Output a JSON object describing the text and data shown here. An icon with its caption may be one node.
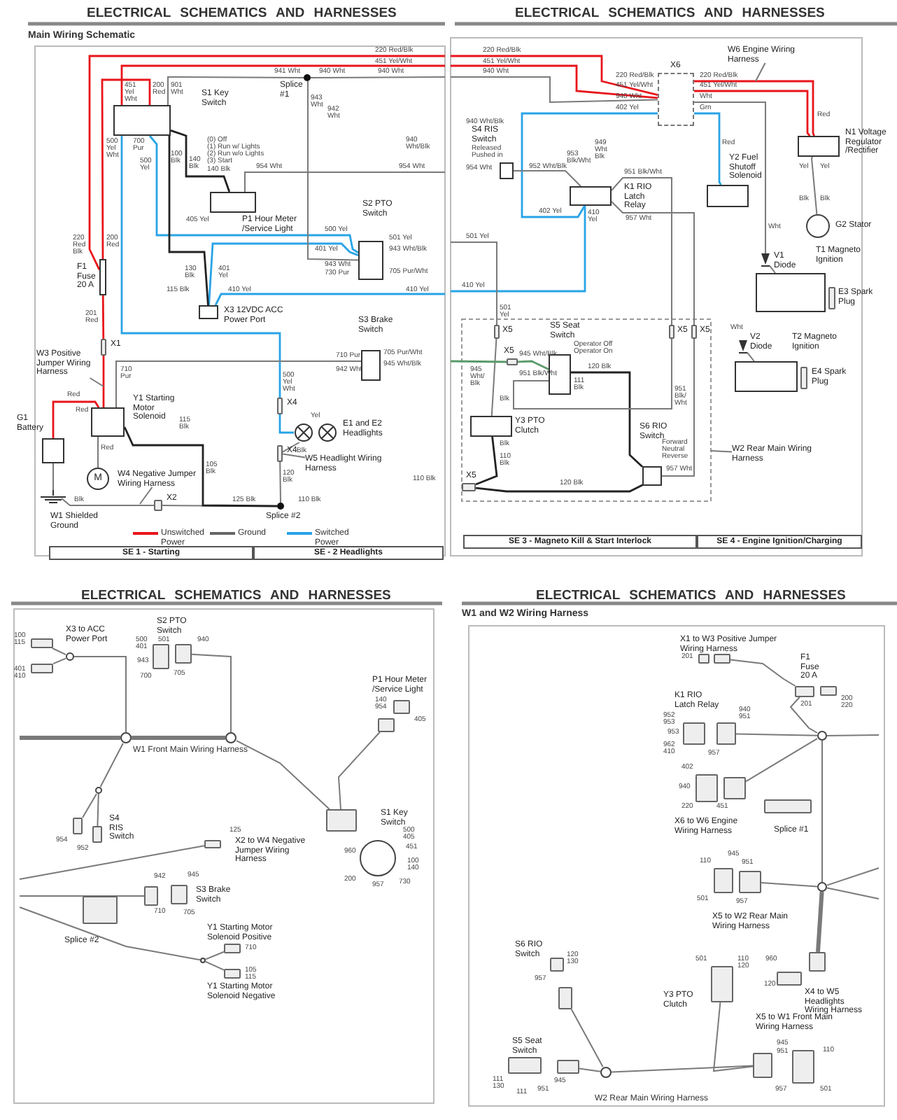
{
  "diagram": {
    "nodes": [
      {
        "text": [],
        "shape": "box",
        "beside": [
          "S1 Key Switch"
        ]
      },
      {
        "text": [],
        "shape": "box",
        "beside": [
          "P1 Hour Meter /Service Light"
        ]
      },
      {
        "text": [],
        "shape": "box",
        "beside": [
          "S2 PTO Switch"
        ]
      },
      {
        "text": [],
        "shape": "box",
        "beside": [
          "X3 12VDC ACC Power Port"
        ]
      },
      {
        "text": [],
        "shape": "box",
        "beside": [
          "S3 Brake Switch"
        ]
      },
      {
        "text": [],
        "shape": "box",
        "beside": [
          "F1 Fuse 20 A"
        ]
      },
      {
        "text": [],
        "shape": "connector",
        "beside": [
          "X1"
        ]
      },
      {
        "text": [],
        "shape": "box",
        "beside": [
          "Y1 Starting Motor Solenoid"
        ]
      },
      {
        "text": [],
        "shape": "box",
        "beside": [
          "G1 Battery"
        ]
      },
      {
        "text": [
          "M"
        ]
      },
      {
        "text": [],
        "shape": "ground",
        "beside": [
          "W1 Shielded Ground"
        ]
      },
      {
        "text": [],
        "shape": "lamp",
        "beside": [
          "E1 and E2 Headlights"
        ]
      },
      {
        "text": [],
        "shape": "connector",
        "beside": [
          "X4"
        ]
      },
      {
        "text": [],
        "shape": "connector",
        "beside": [
          "X4"
        ]
      },
      {
        "text": [],
        "shape": "connector",
        "beside": [
          "X2"
        ]
      },
      {
        "text": [],
        "shape": "dot",
        "beside": [
          "Splice #2"
        ]
      },
      {
        "text": [],
        "shape": "dot",
        "beside": [
          "Splice #1"
        ]
      },
      {
        "text": [
          "W3 Positive Jumper Wiring Harness"
        ]
      },
      {
        "text": [
          "W4 Negative Jumper Wiring Harness"
        ]
      },
      {
        "text": [
          "W5 Headlight Wiring Harness"
        ]
      },
      {
        "text": [],
        "shape": "box",
        "beside": [
          "X6"
        ]
      },
      {
        "text": [
          "W6 Engine Wiring Harness"
        ]
      },
      {
        "text": [],
        "shape": "box",
        "beside": [
          "S4 RIS Switch"
        ]
      },
      {
        "text": [],
        "shape": "box",
        "beside": [
          "K1 RIO Latch Relay"
        ]
      },
      {
        "text": [],
        "shape": "box",
        "beside": [
          "Y2 Fuel Shutoff Solenoid"
        ]
      },
      {
        "text": [],
        "shape": "box",
        "beside": [
          "N1 Voltage Regulator /Rectifier"
        ]
      },
      {
        "text": [],
        "shape": "circle",
        "beside": [
          "G2 Stator"
        ]
      },
      {
        "text": [],
        "shape": "diode",
        "beside": [
          "V1 Diode"
        ]
      },
      {
        "text": [],
        "shape": "box",
        "beside": [
          "T1 Magneto Ignition"
        ]
      },
      {
        "text": [],
        "shape": "connector",
        "beside": [
          "E3 Spark Plug"
        ]
      },
      {
        "text": [],
        "shape": "diode",
        "beside": [
          "V2 Diode"
        ]
      },
      {
        "text": [],
        "shape": "box",
        "beside": [
          "T2 Magneto Ignition"
        ]
      },
      {
        "text": [],
        "shape": "connector",
        "beside": [
          "E4 Spark Plug"
        ]
      },
      {
        "text": [],
        "shape": "box",
        "beside": [
          "S5 Seat Switch"
        ]
      },
      {
        "text": [],
        "shape": "box",
        "beside": [
          "Y3 PTO Clutch"
        ]
      },
      {
        "text": [],
        "shape": "box",
        "beside": [
          "S6 RIO Switch"
        ]
      },
      {
        "text": [
          "W2 Rear Main Wiring Harness"
        ]
      },
      {
        "text": [],
        "shape": "connector",
        "beside": [
          "X5"
        ]
      },
      {
        "text": [],
        "shape": "connector",
        "beside": [
          "X5"
        ]
      },
      {
        "text": [],
        "shape": "connector",
        "beside": [
          "X5"
        ]
      },
      {
        "text": [],
        "shape": "connector",
        "beside": [
          "X5"
        ]
      },
      {
        "text": [],
        "shape": "connector",
        "beside": [
          "X5"
        ]
      },
      {
        "text": [],
        "shape": "connector",
        "beside": [
          "X3 to ACC Power Port"
        ]
      },
      {
        "text": [],
        "shape": "connector"
      },
      {
        "text": [],
        "shape": "circle"
      },
      {
        "text": [],
        "shape": "connector",
        "beside": [
          "S2 PTO Switch"
        ]
      },
      {
        "text": [],
        "shape": "connector"
      },
      {
        "text": [],
        "shape": "connector",
        "beside": [
          "P1 Hour Meter /Service Light"
        ]
      },
      {
        "text": [],
        "shape": "connector"
      },
      {
        "text": [],
        "shape": "circle"
      },
      {
        "text": [],
        "shape": "circle"
      },
      {
        "text": [],
        "shape": "connector"
      },
      {
        "text": [],
        "shape": "connector",
        "beside": [
          "S4 RIS Switch"
        ]
      },
      {
        "text": [],
        "shape": "circle"
      },
      {
        "text": [],
        "shape": "connector"
      },
      {
        "text": [],
        "shape": "circle",
        "beside": [
          "S1 Key Switch"
        ]
      },
      {
        "text": [],
        "shape": "connector",
        "beside": [
          "X2 to W4 Negative Jumper Wiring Harness"
        ]
      },
      {
        "text": [],
        "shape": "connector"
      },
      {
        "text": [],
        "shape": "connector",
        "beside": [
          "S3 Brake Switch"
        ]
      },
      {
        "text": [],
        "shape": "connector",
        "beside": [
          "Splice #2"
        ]
      },
      {
        "text": [],
        "shape": "circle"
      },
      {
        "text": [],
        "shape": "connector",
        "beside": [
          "Y1 Starting Motor Solenoid Positive"
        ]
      },
      {
        "text": [],
        "shape": "connector",
        "beside": [
          "Y1 Starting Motor Solenoid Negative"
        ]
      },
      {
        "text": [],
        "shape": "connector",
        "beside": [
          "X1 to W3 Positive Jumper Wiring Harness"
        ]
      },
      {
        "text": [],
        "shape": "connector"
      },
      {
        "text": [],
        "shape": "connector",
        "beside": [
          "F1 Fuse 20 A"
        ]
      },
      {
        "text": [],
        "shape": "connector"
      },
      {
        "text": [],
        "shape": "connector",
        "beside": [
          "K1 RIO Latch Relay"
        ]
      },
      {
        "text": [],
        "shape": "connector"
      },
      {
        "text": [],
        "shape": "circle"
      },
      {
        "text": [],
        "shape": "connector",
        "beside": [
          "X6 to W6 Engine Wiring Harness"
        ]
      },
      {
        "text": [],
        "shape": "connector"
      },
      {
        "text": [],
        "shape": "connector",
        "beside": [
          "Splice #1"
        ]
      },
      {
        "text": [],
        "shape": "connector",
        "beside": [
          "X5 to W2 Rear Main Wiring Harness"
        ]
      },
      {
        "text": [],
        "shape": "connector"
      },
      {
        "text": [],
        "shape": "circle"
      },
      {
        "text": [],
        "shape": "connector"
      },
      {
        "text": [],
        "shape": "connector",
        "beside": [
          "X4 to W5 Headlights Wiring Harness"
        ]
      },
      {
        "text": [],
        "shape": "connector",
        "beside": [
          "S6 RIO Switch"
        ]
      },
      {
        "text": [],
        "shape": "connector"
      },
      {
        "text": [],
        "shape": "connector",
        "beside": [
          "Y3 PTO Clutch"
        ]
      },
      {
        "text": [],
        "shape": "circle"
      },
      {
        "text": [],
        "shape": "connector",
        "beside": [
          "S5 Seat Switch"
        ]
      },
      {
        "text": [],
        "shape": "connector"
      },
      {
        "text": [],
        "shape": "connector",
        "beside": [
          "X5 to W1 Front Main Wiring Harness"
        ]
      },
      {
        "text": [],
        "shape": "connector"
      }
    ],
    "edges": [
      {
        "from": 0,
        "to": 5,
        "arrow": "none",
        "color": "#e8151b"
      },
      {
        "from": 5,
        "to": null,
        "arrow": "none",
        "color": "#e8151b"
      },
      {
        "from": 0,
        "to": null,
        "arrow": "none",
        "color": "#e8151b"
      },
      {
        "from": 5,
        "to": 6,
        "arrow": "none",
        "color": "#e8151b"
      },
      {
        "from": 6,
        "to": 7,
        "arrow": "none",
        "color": "#e8151b"
      },
      {
        "from": 8,
        "to": 7,
        "arrow": "none",
        "color": "#e8151b"
      },
      {
        "from": 7,
        "to": 9,
        "arrow": "none"
      },
      {
        "from": 8,
        "to": 10,
        "arrow": "none"
      },
      {
        "from": 10,
        "to": 14,
        "arrow": "none"
      },
      {
        "from": 14,
        "to": 15,
        "arrow": "none"
      },
      {
        "from": 7,
        "to": 15,
        "arrow": "none",
        "color": "#222222"
      },
      {
        "from": 13,
        "to": 15,
        "arrow": "none"
      },
      {
        "from": 12,
        "to": 11,
        "arrow": "none",
        "color": "#29a3e6"
      },
      {
        "from": 11,
        "to": 13,
        "arrow": "none"
      },
      {
        "from": 0,
        "to": 12,
        "arrow": "none",
        "color": "#29a3e6"
      },
      {
        "from": 0,
        "to": 2,
        "arrow": "none",
        "color": "#29a3e6"
      },
      {
        "from": 0,
        "to": 1,
        "arrow": "none",
        "color": "#222222"
      },
      {
        "from": 2,
        "to": 3,
        "arrow": "none",
        "color": "#29a3e6"
      },
      {
        "from": 3,
        "to": null,
        "arrow": "none",
        "color": "#29a3e6"
      },
      {
        "from": 16,
        "to": 2,
        "arrow": "none"
      },
      {
        "from": 0,
        "to": 16,
        "arrow": "none"
      },
      {
        "from": 16,
        "to": null,
        "arrow": "none"
      },
      {
        "from": 7,
        "to": 4,
        "arrow": "none"
      },
      {
        "from": 1,
        "to": null,
        "arrow": "none"
      },
      {
        "from": 17,
        "to": null,
        "arrow": "none"
      },
      {
        "from": 18,
        "to": null,
        "arrow": "none"
      },
      {
        "from": 19,
        "to": 13,
        "arrow": "none"
      },
      {
        "from": 0,
        "to": 3,
        "arrow": "none",
        "color": "#222222"
      },
      {
        "from": null,
        "to": 20,
        "arrow": "none",
        "color": "#e8151b"
      },
      {
        "from": null,
        "to": 20,
        "arrow": "none",
        "color": "#e8151b"
      },
      {
        "from": null,
        "to": 20,
        "arrow": "none"
      },
      {
        "from": 20,
        "to": 25,
        "arrow": "none",
        "color": "#e8151b"
      },
      {
        "from": 20,
        "to": 25,
        "arrow": "none",
        "color": "#e8151b"
      },
      {
        "from": 20,
        "to": 27,
        "arrow": "none"
      },
      {
        "from": 20,
        "to": 24,
        "arrow": "none",
        "color": "#29a3e6"
      },
      {
        "from": 20,
        "to": 23,
        "arrow": "none",
        "color": "#29a3e6"
      },
      {
        "from": 23,
        "to": null,
        "arrow": "none",
        "color": "#29a3e6"
      },
      {
        "from": 22,
        "to": 23,
        "arrow": "none"
      },
      {
        "from": 23,
        "to": 39,
        "arrow": "none"
      },
      {
        "from": 23,
        "to": 40,
        "arrow": "none"
      },
      {
        "from": 25,
        "to": 26,
        "arrow": "none"
      },
      {
        "from": 27,
        "to": 28,
        "arrow": "none"
      },
      {
        "from": 30,
        "to": 31,
        "arrow": "none"
      },
      {
        "from": null,
        "to": 37,
        "arrow": "none"
      },
      {
        "from": 37,
        "to": 34,
        "arrow": "none"
      },
      {
        "from": 38,
        "to": 33,
        "arrow": "none",
        "color": "#5a9a6a"
      },
      {
        "from": null,
        "to": 38,
        "arrow": "none",
        "color": "#5a9a6a"
      },
      {
        "from": 33,
        "to": 35,
        "arrow": "none",
        "color": "#222222"
      },
      {
        "from": 34,
        "to": 41,
        "arrow": "none",
        "color": "#222222"
      },
      {
        "from": 35,
        "to": 41,
        "arrow": "none",
        "color": "#222222"
      },
      {
        "from": 35,
        "to": 40,
        "arrow": "none"
      },
      {
        "from": 33,
        "to": 39,
        "arrow": "none"
      },
      {
        "from": 21,
        "to": null,
        "arrow": "none"
      },
      {
        "from": 36,
        "to": null,
        "arrow": "none"
      },
      {
        "from": null,
        "to": 49,
        "arrow": "none",
        "style": "thick"
      },
      {
        "from": 49,
        "to": 50,
        "arrow": "none",
        "style": "thick"
      },
      {
        "from": 42,
        "to": 44,
        "arrow": "none"
      },
      {
        "from": 43,
        "to": 44,
        "arrow": "none"
      },
      {
        "from": 44,
        "to": 49,
        "arrow": "none"
      },
      {
        "from": 46,
        "to": 50,
        "arrow": "none"
      },
      {
        "from": 50,
        "to": 54,
        "arrow": "none"
      },
      {
        "from": 48,
        "to": 54,
        "arrow": "none"
      },
      {
        "from": 49,
        "to": 53,
        "arrow": "none"
      },
      {
        "from": 53,
        "to": 51,
        "arrow": "none"
      },
      {
        "from": 53,
        "to": 52,
        "arrow": "none"
      },
      {
        "from": null,
        "to": 56,
        "arrow": "none"
      },
      {
        "from": null,
        "to": 57,
        "arrow": "none"
      },
      {
        "from": null,
        "to": 60,
        "arrow": "none"
      },
      {
        "from": 60,
        "to": 61,
        "arrow": "none"
      },
      {
        "from": 60,
        "to": 62,
        "arrow": "none"
      },
      {
        "from": 64,
        "to": 65,
        "arrow": "none"
      },
      {
        "from": 65,
        "to": 69,
        "arrow": "none"
      },
      {
        "from": 68,
        "to": 69,
        "arrow": "none"
      },
      {
        "from": 69,
        "to": null,
        "arrow": "none"
      },
      {
        "from": 69,
        "to": 71,
        "arrow": "none"
      },
      {
        "from": 69,
        "to": 75,
        "arrow": "none"
      },
      {
        "from": 74,
        "to": 75,
        "arrow": "none"
      },
      {
        "from": 75,
        "to": null,
        "arrow": "none"
      },
      {
        "from": 75,
        "to": null,
        "arrow": "none"
      },
      {
        "from": 75,
        "to": 76,
        "arrow": "none",
        "style": "thick"
      },
      {
        "from": 79,
        "to": 81,
        "arrow": "none"
      },
      {
        "from": 83,
        "to": 81,
        "arrow": "none"
      },
      {
        "from": 81,
        "to": 84,
        "arrow": "none"
      },
      {
        "from": 80,
        "to": 84,
        "arrow": "none"
      }
    ],
    "labels": [
      "ELECTRICAL SCHEMATICS AND HARNESSES",
      "Main Wiring Schematic",
      "(0) Off",
      "(1) Run w/ Lights",
      "(2) Run w/o Lights",
      "(3) Start",
      "220 Red/Blk",
      "451 Yel/Wht",
      "941 Wht",
      "940 Wht",
      "940 Wht",
      "451 Yel Wht",
      "200 Red",
      "901 Wht",
      "500 Yel Wht",
      "700 Pur",
      "500 Yel",
      "100 Blk",
      "140 Blk",
      "140 Blk",
      "954 Wht",
      "954 Wht",
      "943 Wht",
      "942 Wht",
      "940 Wht/Blk",
      "405 Yel",
      "500 Yel",
      "401 Yel",
      "501 Yel",
      "943 Wht/Blk",
      "943 Wht",
      "730 Pur",
      "705 Pur/Wht",
      "130 Blk",
      "401 Yel",
      "220 Red Blk",
      "200 Red",
      "201 Red",
      "115 Blk",
      "410 Yel",
      "410 Yel",
      "710 Pur",
      "Red",
      "Red",
      "Red",
      "115 Blk",
      "105 Blk",
      "710 Pur",
      "705 Pur/Wht",
      "942 Wht",
      "945 Wht/Blk",
      "500 Yel Wht",
      "Yel",
      "Blk",
      "120 Blk",
      "Blk",
      "125 Blk",
      "110 Blk",
      "110 Blk",
      "SE 1 - Starting",
      "SE - 2 Headlights",
      "ELECTRICAL SCHEMATICS AND HARNESSES",
      "220 Red/Blk",
      "451 Yel/Wht",
      "940 Wht",
      "220 Red/Blk",
      "220 Red/Blk",
      "451 Yel/Wht",
      "451 Yel/Wht",
      "940 Wht",
      "Wht",
      "402 Yel",
      "Grn",
      "940 Wht/Blk",
      "Red",
      "Red",
      "Released",
      "Pushed in",
      "954 Wht",
      "952 Wht/Blk",
      "953 Blk/Wht",
      "949 Wht Blk",
      "951 Blk/Wht",
      "402 Yel",
      "410 Yel",
      "957 Wht",
      "Yel",
      "Yel",
      "Blk",
      "Blk",
      "Wht",
      "501 Yel",
      "410 Yel",
      "501 Yel",
      "Wht",
      "Operator Off",
      "Operator On",
      "945 Wht/ Blk",
      "945 Wht/Blk",
      "951 Blk/Wht",
      "120 Blk",
      "111 Blk",
      "951 Blk/ Wht",
      "Blk",
      "Blk",
      "110 Blk",
      "120 Blk",
      "957 Wht",
      "Forward",
      "Neutral",
      "Reverse",
      "SE 3 - Magneto Kill & Start Interlock",
      "SE 4 - Engine Ignition/Charging",
      "ELECTRICAL SCHEMATICS AND HARNESSES",
      "100 115",
      "401 410",
      "500 401",
      "501",
      "940",
      "943",
      "700",
      "705",
      "140 954",
      "405",
      "W1 Front Main Wiring Harness",
      "954",
      "952",
      "500 405",
      "451",
      "100 140",
      "730",
      "957",
      "200",
      "960",
      "125",
      "942",
      "945",
      "710",
      "705",
      "710",
      "105 115",
      "ELECTRICAL SCHEMATICS AND HARNESSES",
      "W1 and W2 Wiring Harness",
      "201",
      "201",
      "200 220",
      "952 953",
      "940 951",
      "953",
      "962 410",
      "957",
      "402",
      "940",
      "220",
      "451",
      "110",
      "945",
      "951",
      "501",
      "957",
      "960",
      "120",
      "120 130",
      "957",
      "501",
      "110 120",
      "945",
      "951",
      "957",
      "501",
      "110",
      "111 130",
      "111",
      "951",
      "945",
      "W2 Rear Main Wiring Harness"
    ],
    "legend": [
      {
        "text": "Unswitched Power"
      },
      {
        "text": "Ground"
      },
      {
        "text": "Switched Power"
      }
    ]
  }
}
